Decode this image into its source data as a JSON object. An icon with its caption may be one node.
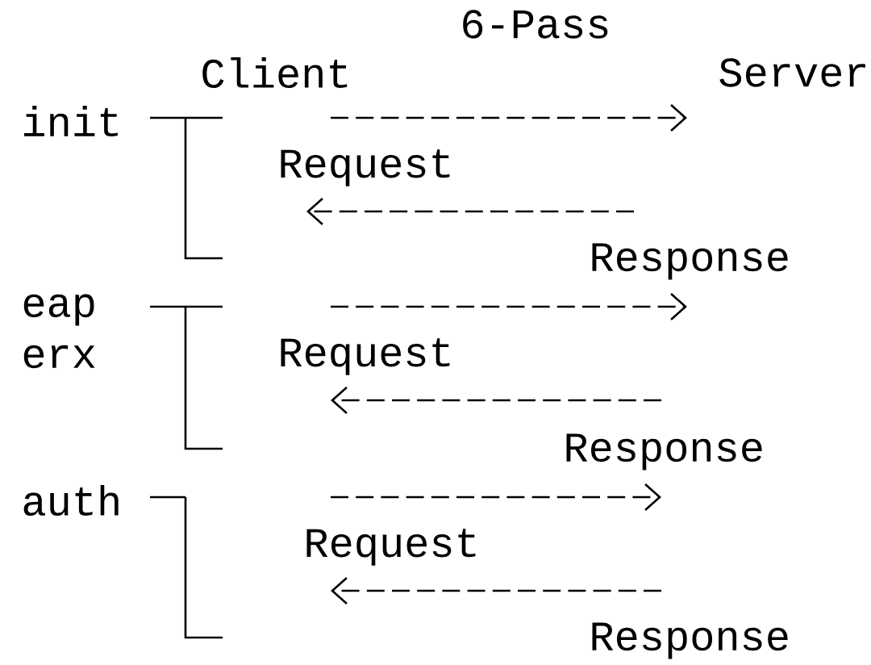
{
  "diagram": {
    "title": "6-Pass",
    "labels": [
      "Client",
      "Server",
      "init",
      "Request",
      "Response",
      "eap",
      "erx",
      "Request",
      "Response",
      "auth",
      "Request",
      "Response"
    ]
  }
}
